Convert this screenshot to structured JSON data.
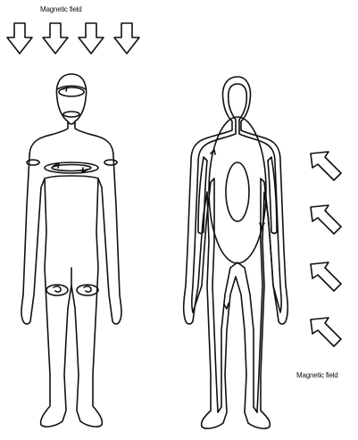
{
  "labels": {
    "magnetic_field_top": "Magnetic field",
    "magnetic_field_right": "Magnetic field"
  },
  "figures": {
    "left": {
      "description_name": "body-with-current-loops"
    },
    "right": {
      "description_name": "body-with-eddy-current-paths"
    }
  },
  "colors": {
    "line": "#111111",
    "background": "#ffffff"
  }
}
